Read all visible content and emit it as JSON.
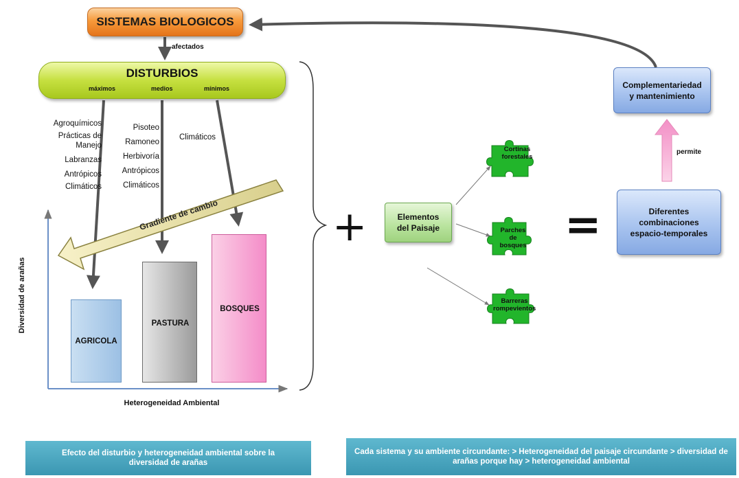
{
  "top": {
    "title": "SISTEMAS BIOLOGICOS",
    "afectados": "afectados"
  },
  "disturbios": {
    "title": "DISTURBIOS",
    "levels": [
      "máximos",
      "medios",
      "mínimos"
    ]
  },
  "lists": {
    "maximos": [
      "Agroquímicos",
      "Prácticas de",
      "Manejo",
      "Labranzas",
      "Antrópicos",
      "Climáticos"
    ],
    "medios": [
      "Pisoteo",
      "Ramoneo",
      "Herbivoría",
      "Antrópicos",
      "Climáticos"
    ],
    "minimos": [
      "Climáticos"
    ]
  },
  "gradient_label": "Gradiente de cambio",
  "chart": {
    "ylabel": "Diversidad de arañas",
    "xlabel": "Heterogeneidad Ambiental",
    "bars": [
      "AGRICOLA",
      "PASTURA",
      "BOSQUES"
    ]
  },
  "symbols": {
    "plus": "+",
    "equals": "="
  },
  "paisaje": {
    "elementos": "Elementos del Paisaje",
    "pieces": [
      "Cortinas forestales",
      "Parches de bosques",
      "Barreras rompevientos"
    ]
  },
  "right": {
    "complementariedad": "Complementariedad y mantenimiento",
    "permite": "permite",
    "combinaciones": "Diferentes combinaciones espacio-temporales"
  },
  "captions": {
    "left": "Efecto del disturbio y heterogeneidad ambiental sobre la diversidad de arañas",
    "right": "Cada sistema y su ambiente circundante: > Heterogeneidad del paisaje circundante > diversidad de arañas porque hay > heterogeneidad ambiental"
  },
  "colors": {
    "orange": "#f79a3b",
    "lime": "#c6e040",
    "blue": "#a9c4ef",
    "green_piece": "#22b52b",
    "pink": "#f48cc8",
    "caption": "#3b97b2"
  }
}
